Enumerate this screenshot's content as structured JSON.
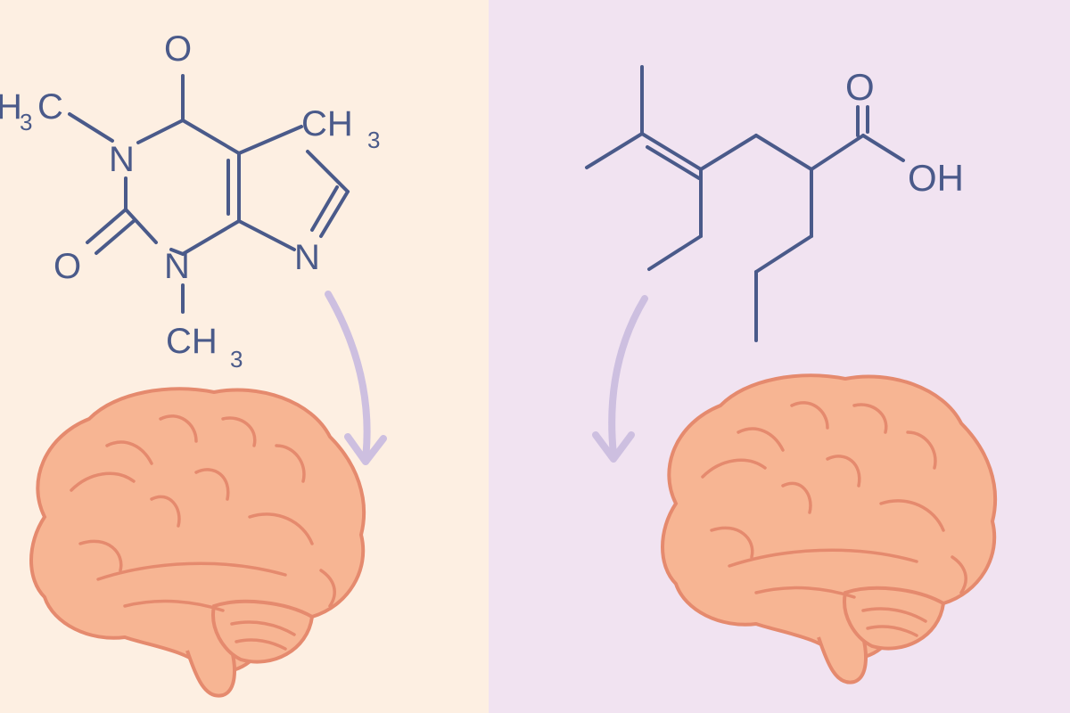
{
  "colors": {
    "left_background": "#fdefe2",
    "right_background": "#f1e3f1",
    "bond_line": "#4a5a8a",
    "arrow": "#cdbfe0",
    "brain_fill": "#f7b593",
    "brain_stroke": "#e58a6e"
  },
  "left_molecule": {
    "atoms": {
      "o_top": "O",
      "ch3_left_h": "H",
      "ch3_left_3": "3",
      "ch3_left_c": "C",
      "n1": "N",
      "ch3_right_ch": "CH",
      "ch3_right_3": "3",
      "o_left": "O",
      "n3": "N",
      "n_ring": "N",
      "ch3_bottom_ch": "CH",
      "ch3_bottom_3": "3"
    }
  },
  "right_molecule": {
    "atoms": {
      "o_carbonyl": "O",
      "oh": "OH"
    }
  },
  "icons": {
    "left_brain": "brain-icon",
    "right_brain": "brain-icon",
    "left_arrow": "curved-arrow-icon",
    "right_arrow": "curved-arrow-icon"
  }
}
